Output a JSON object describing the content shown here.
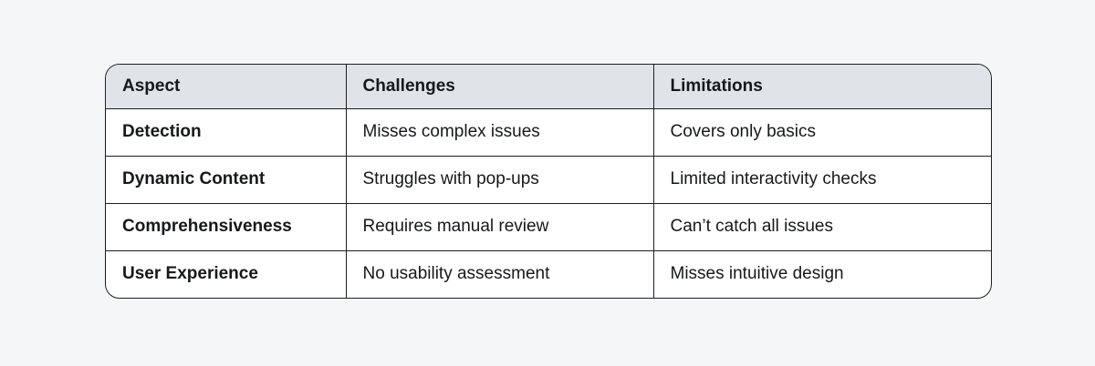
{
  "page": {
    "background_color": "#f5f6f8"
  },
  "table": {
    "border_color": "#1c1e22",
    "header_background_color": "#e0e3e7",
    "columns": [
      "Aspect",
      "Challenges",
      "Limitations"
    ],
    "rows": [
      {
        "aspect": "Detection",
        "challenges": "Misses complex issues",
        "limitations": "Covers only basics"
      },
      {
        "aspect": "Dynamic Content",
        "challenges": "Struggles with pop-ups",
        "limitations": "Limited interactivity checks"
      },
      {
        "aspect": "Comprehensiveness",
        "challenges": "Requires manual review",
        "limitations": "Can’t catch all issues"
      },
      {
        "aspect": "User Experience",
        "challenges": "No usability assessment",
        "limitations": "Misses intuitive design"
      }
    ]
  }
}
